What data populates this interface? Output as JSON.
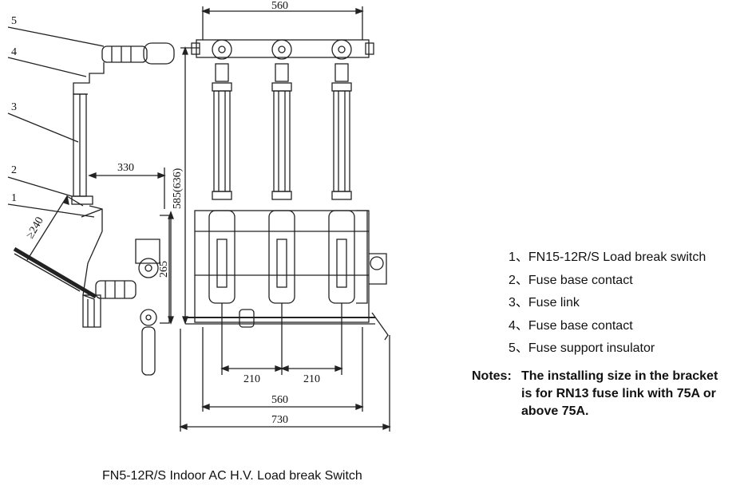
{
  "callouts": [
    "5",
    "4",
    "3",
    "2",
    "1"
  ],
  "dimensions": {
    "top_width": "560",
    "height": "585(636)",
    "arm_offset": "330",
    "angle_clearance": "≥240",
    "mid_height": "265",
    "pitch_left": "210",
    "pitch_right": "210",
    "base_width": "560",
    "overall_width": "730"
  },
  "legend": [
    "1、FN15-12R/S Load break switch",
    "2、Fuse base contact",
    "3、Fuse link",
    "4、Fuse base contact",
    "5、Fuse support insulator"
  ],
  "notes": {
    "label": "Notes:",
    "lines": [
      "The installing size in the bracket",
      "is for RN13 fuse link with 75A or",
      "above 75A."
    ]
  },
  "caption": "FN5-12R/S Indoor AC H.V. Load break Switch"
}
